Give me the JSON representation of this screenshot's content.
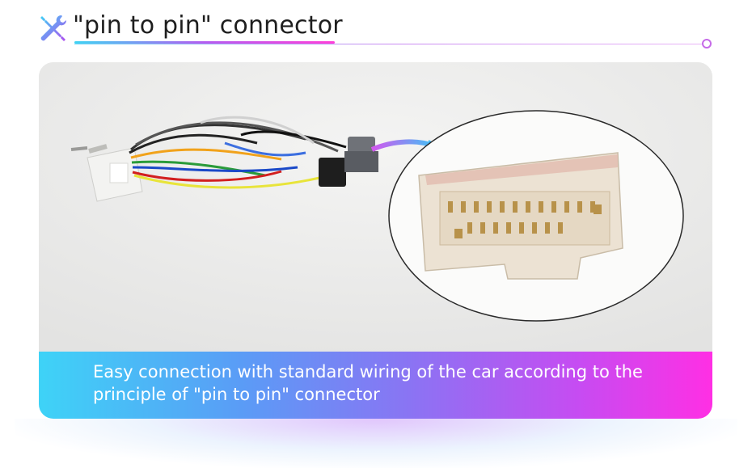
{
  "header": {
    "icon": "tools-icon",
    "title": "\"pin to pin\" connector"
  },
  "caption": {
    "line1": "Easy connection with standard wiring of the car according to the",
    "line2": "principle of \"pin to pin\" connector"
  },
  "colors": {
    "title_text": "#1e1e1e",
    "gradient_start": "#3ed3f7",
    "gradient_mid": "#8a74f3",
    "gradient_end": "#ff2fe4",
    "panel_bg": "#ececeb"
  }
}
